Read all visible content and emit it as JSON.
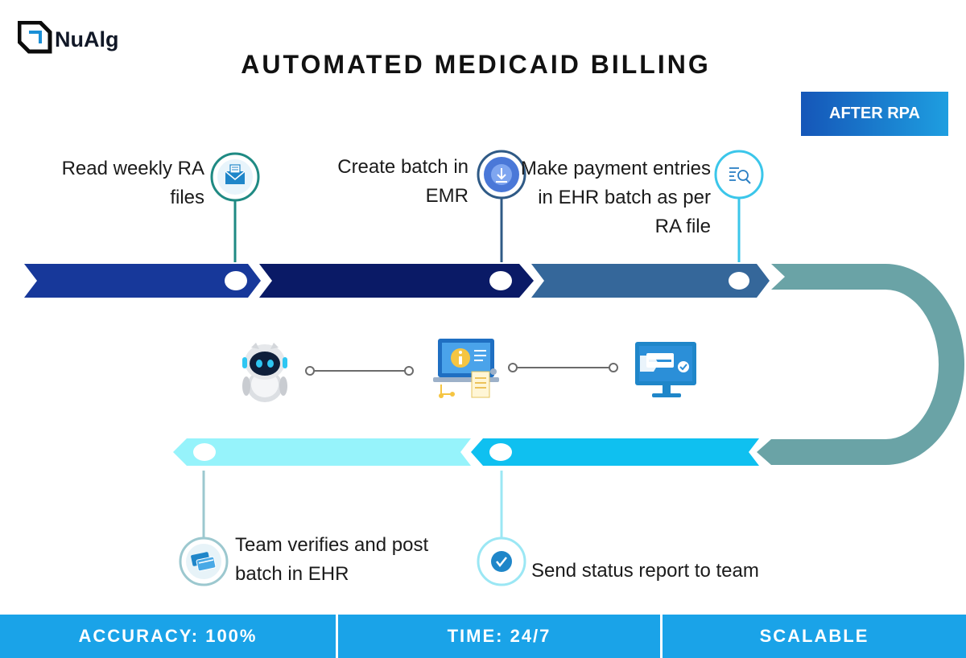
{
  "logo": {
    "brand": "NuAlg"
  },
  "title": "AUTOMATED MEDICAID BILLING",
  "badge": "AFTER RPA",
  "steps": [
    {
      "label": "Read weekly RA files",
      "icon": "envelope-icon"
    },
    {
      "label": "Create batch in EMR",
      "icon": "download-icon"
    },
    {
      "label": "Make payment entries in EHR batch as per RA file",
      "icon": "document-search-icon"
    },
    {
      "label": "Team verifies and post batch in EHR",
      "icon": "credit-card-icon"
    },
    {
      "label": "Send status report to team",
      "icon": "checkmark-icon"
    }
  ],
  "middle_icons": [
    "robot-icon",
    "info-document-icon",
    "monitor-payment-icon"
  ],
  "colors": {
    "arrow1": "#17389a",
    "arrow2": "#0a1a66",
    "arrow3": "#35679a",
    "curve": "#6aa3a6",
    "arrow4": "#0fc0f0",
    "arrow5": "#96f3fb",
    "footer": "#1aa3e8"
  },
  "footer": {
    "accuracy": "ACCURACY: 100%",
    "time": "TIME: 24/7",
    "scalable": "SCALABLE"
  }
}
